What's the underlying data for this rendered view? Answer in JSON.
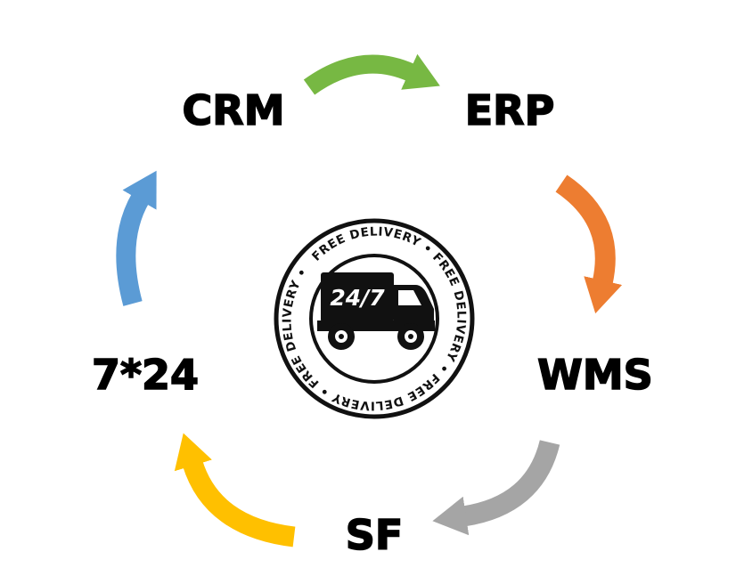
{
  "diagram": {
    "title": "service-process-cycle",
    "nodes": [
      {
        "id": "crm",
        "label": "CRM"
      },
      {
        "id": "erp",
        "label": "ERP"
      },
      {
        "id": "wms",
        "label": "WMS"
      },
      {
        "id": "sf",
        "label": "SF"
      },
      {
        "id": "seven24",
        "label": "7*24"
      }
    ],
    "arrows": [
      {
        "from": "CRM",
        "to": "ERP",
        "color": "#77b843"
      },
      {
        "from": "ERP",
        "to": "WMS",
        "color": "#ed7d31"
      },
      {
        "from": "WMS",
        "to": "SF",
        "color": "#a5a5a5"
      },
      {
        "from": "SF",
        "to": "7*24",
        "color": "#ffc000"
      },
      {
        "from": "7*24",
        "to": "CRM",
        "color": "#5b9bd5"
      }
    ],
    "badge": {
      "ring_text": "FREE DELIVERY • FREE DELIVERY • FREE DELIVERY • FREE DELIVERY •",
      "truck_label": "24/7",
      "ink_color": "#111111"
    },
    "background": "#ffffff"
  }
}
